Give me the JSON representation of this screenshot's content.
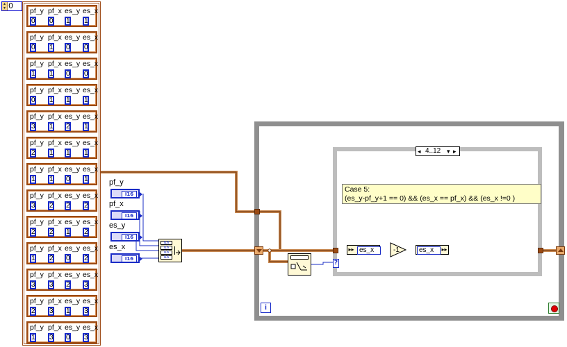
{
  "index_control": {
    "value": "0"
  },
  "cluster_field_labels": [
    "pf_y",
    "pf_x",
    "es_y",
    "es_x"
  ],
  "clusters": [
    [
      "0",
      "0",
      "1",
      "1"
    ],
    [
      "0",
      "1",
      "0",
      "0"
    ],
    [
      "1",
      "1",
      "0",
      "0"
    ],
    [
      "0",
      "1",
      "1",
      "1"
    ],
    [
      "3",
      "1",
      "2",
      "1"
    ],
    [
      "2",
      "1",
      "1",
      "1"
    ],
    [
      "1",
      "1",
      "0",
      "1"
    ],
    [
      "3",
      "2",
      "2",
      "2"
    ],
    [
      "2",
      "2",
      "1",
      "2"
    ],
    [
      "1",
      "2",
      "0",
      "2"
    ],
    [
      "3",
      "3",
      "2",
      "3"
    ],
    [
      "2",
      "3",
      "1",
      "3"
    ],
    [
      "1",
      "3",
      "0",
      "3"
    ]
  ],
  "constants": [
    {
      "label": "pf_y",
      "type": "I16"
    },
    {
      "label": "pf_x",
      "type": "I16"
    },
    {
      "label": "es_y",
      "type": "I16"
    },
    {
      "label": "es_x",
      "type": "I16"
    }
  ],
  "bundle_rows": [
    "I16",
    "I16",
    "I16",
    "I16"
  ],
  "case_selector": {
    "label": "4..12"
  },
  "comment": {
    "line1": "Case 5:",
    "line2": "(es_y-pf_y+1 == 0) && (es_x == pf_x) && (es_x !=0 )"
  },
  "unbundle_field": "es_x",
  "bundle_field": "es_x",
  "loop_iteration_label": "i",
  "case_terminal_label": "?"
}
